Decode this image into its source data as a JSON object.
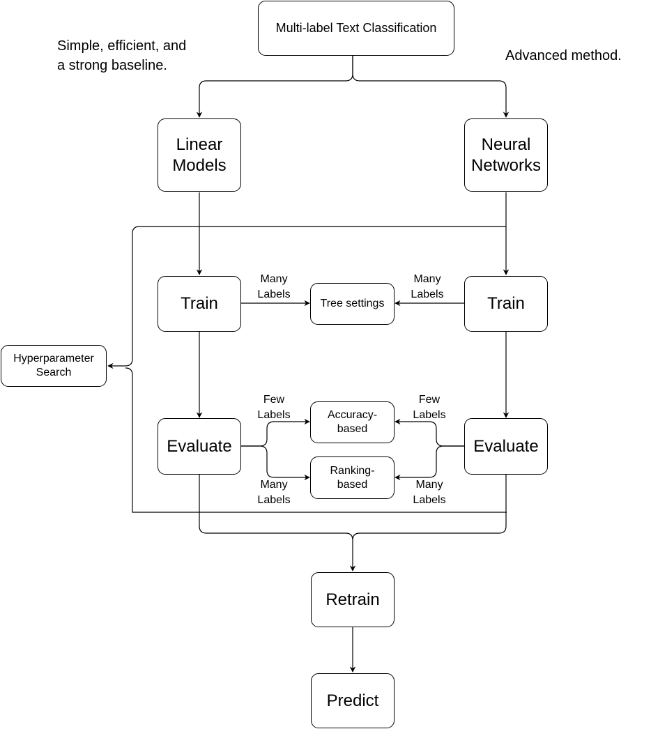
{
  "nodes": {
    "root": "Multi-label Text Classification",
    "linear": "Linear\nModels",
    "neural": "Neural\nNetworks",
    "train_left": "Train",
    "train_right": "Train",
    "tree": "Tree settings",
    "hyper": "Hyperparameter\nSearch",
    "eval_left": "Evaluate",
    "eval_right": "Evaluate",
    "accuracy": "Accuracy-\nbased",
    "ranking": "Ranking-\nbased",
    "retrain": "Retrain",
    "predict": "Predict"
  },
  "notes": {
    "linear": "Simple, efficient, and\na strong baseline.",
    "neural": "Advanced method."
  },
  "edge_labels": {
    "train_left_many": "Many\nLabels",
    "train_right_many": "Many\nLabels",
    "eval_left_few": "Few\nLabels",
    "eval_left_many": "Many\nLabels",
    "eval_right_few": "Few\nLabels",
    "eval_right_many": "Many\nLabels"
  }
}
